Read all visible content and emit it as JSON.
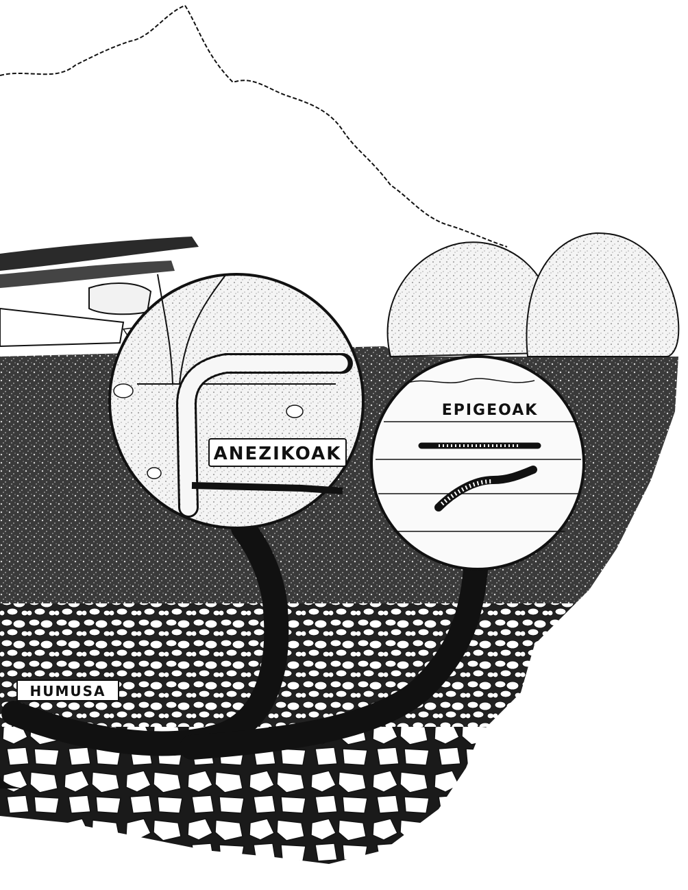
{
  "labels": {
    "anecic": "ANEZIKOAK",
    "epigeic": "EPIGEOAK",
    "humus": "HUMUSA"
  },
  "colors": {
    "ink": "#111111",
    "paper": "#ffffff",
    "soil_dark": "#2b2b2b",
    "soil_mid": "#5a5a5a"
  }
}
